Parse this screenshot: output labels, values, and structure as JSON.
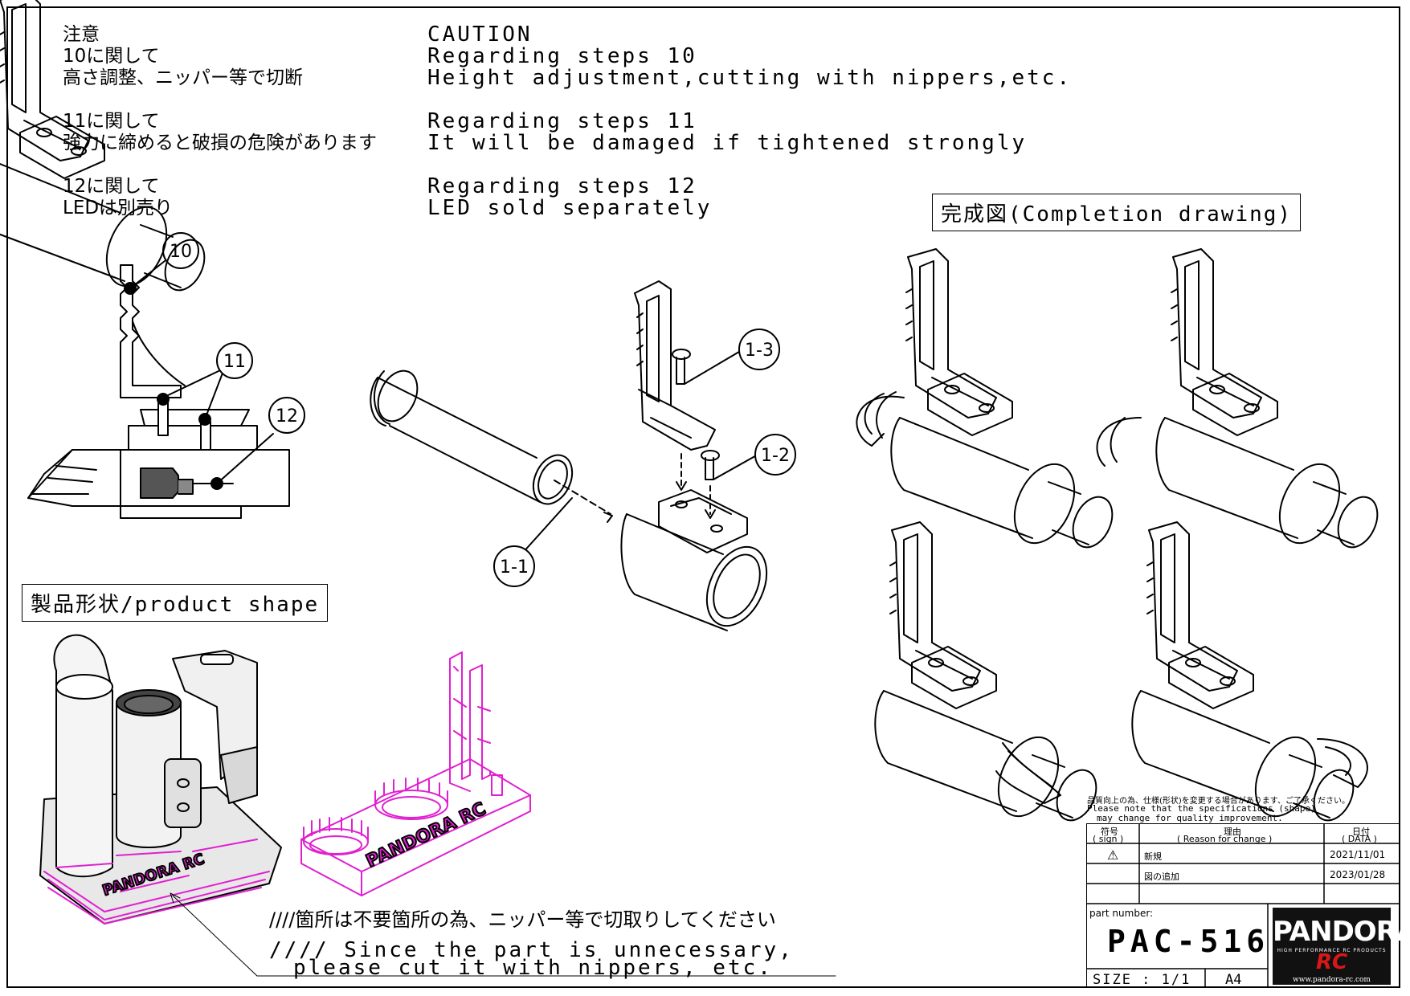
{
  "notes_jp": {
    "title": "注意",
    "step10_head": "10に関して",
    "step10_body": "高さ調整、ニッパー等で切断",
    "step11_head": "11に関して",
    "step11_body": "強力に締めると破損の危険があります",
    "step12_head": "12に関して",
    "step12_body": "LEDは別売り"
  },
  "notes_en": {
    "title": "CAUTION",
    "step10_head": "Regarding steps 10",
    "step10_body": "Height adjustment,cutting with nippers,etc.",
    "step11_head": "Regarding steps 11",
    "step11_body": "It will be damaged if tightened strongly",
    "step12_head": "Regarding steps 12",
    "step12_body": "LED sold separately"
  },
  "labels": {
    "completion": "完成図(Completion drawing)",
    "product_shape": "製品形状/product shape",
    "cut_jp": "////箇所は不要箇所の為、ニッパー等で切取りしてください",
    "cut_en1": "//// Since the part is unnecessary,",
    "cut_en2": "please cut it with nippers, etc."
  },
  "callouts": {
    "c10": "10",
    "c11": "11",
    "c12": "12",
    "c13": "1-3",
    "c12b": "1-2",
    "c11b": "1-1"
  },
  "product_text": "PANDORA RC",
  "title_block": {
    "notice_jp": "品質向上の為、仕様(形状)を変更する場合があります、ご了承ください。",
    "notice_en1": "Please note that the specifications (shape)",
    "notice_en2": "may change for quality improvement.",
    "col_sign_jp": "符号",
    "col_sign_en": "( sign )",
    "col_reason_jp": "理由",
    "col_reason_en": "( Reason for change )",
    "col_date_jp": "日付",
    "col_date_en": "( DATA )",
    "rows": [
      {
        "sign": "⚠",
        "reason": "新規",
        "date": "2021/11/01"
      },
      {
        "sign": "",
        "reason": "図の追加",
        "date": "2023/01/28"
      }
    ],
    "part_number_label": "part number:",
    "part_number": "PAC-516",
    "size_label": "SIZE : 1/1",
    "paper": "A4"
  },
  "logo": {
    "name": "PANDORA",
    "rc": "RC",
    "tagline": "HIGH PERFORMANCE RC PRODUCTS",
    "url": "www.pandora-rc.com"
  },
  "colors": {
    "magenta": "#e020d0",
    "ink": "#000000",
    "led": "#333333"
  }
}
